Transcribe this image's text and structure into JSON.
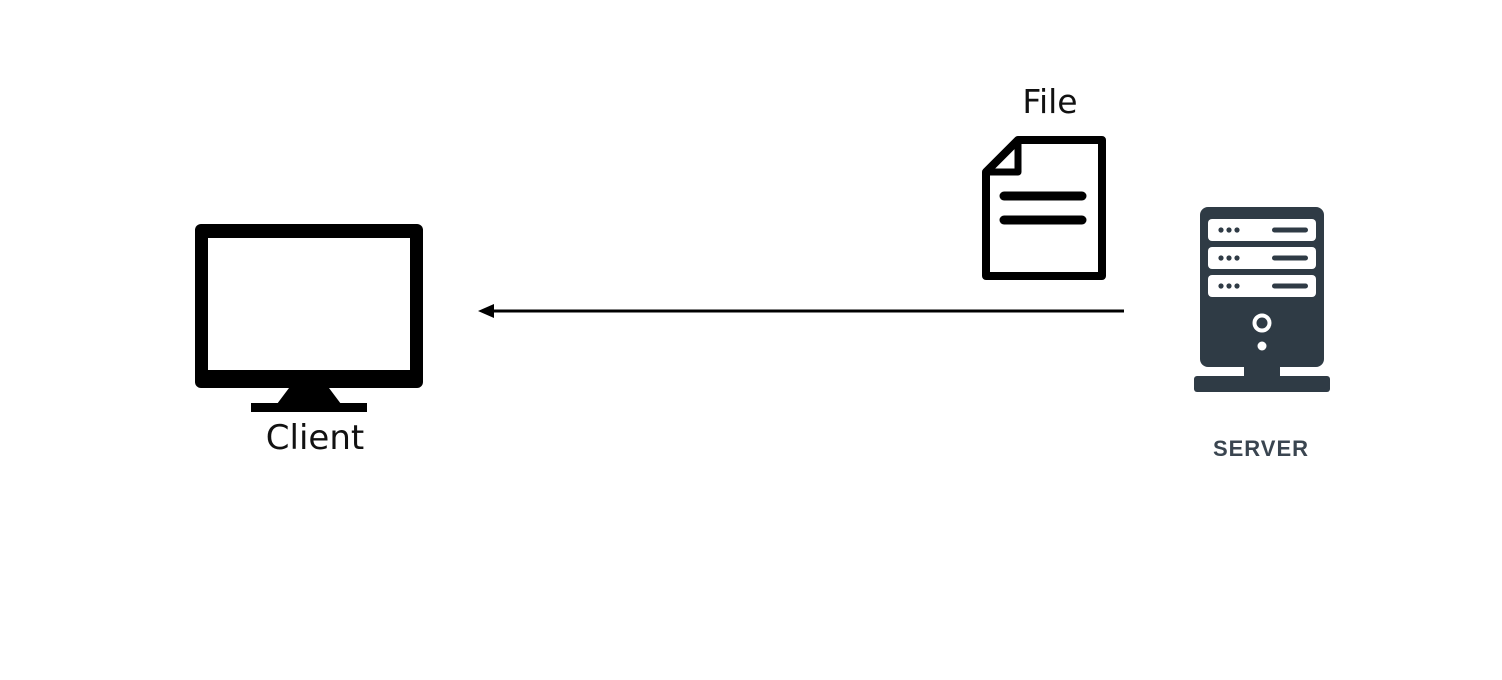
{
  "diagram": {
    "client": {
      "label": "Client",
      "icon": "monitor-icon",
      "color": "#000000"
    },
    "file": {
      "label": "File",
      "icon": "document-icon",
      "color": "#000000"
    },
    "server": {
      "label": "SERVER",
      "icon": "server-tower-icon",
      "color": "#2f3b45",
      "label_color": "#3a4550"
    },
    "arrow": {
      "from": "server",
      "to": "client",
      "icon": "arrow-left-icon"
    }
  }
}
